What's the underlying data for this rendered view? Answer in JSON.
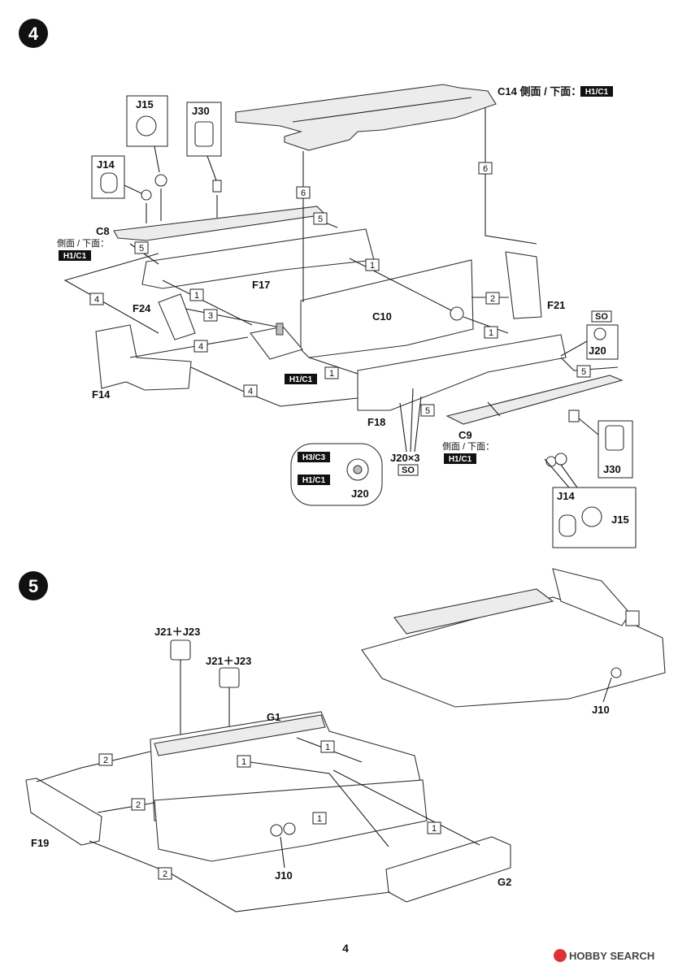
{
  "steps": [
    {
      "number": "4",
      "labels": {
        "c14": "C14 側面 / 下面：",
        "c14_tag": "H1/C1",
        "c8": "C8",
        "c8_note": "側面 / 下面：",
        "c8_tag": "H1/C1",
        "c9": "C9",
        "c9_note": "側面 / 下面：",
        "c9_tag": "H1/C1",
        "j15": "J15",
        "j30": "J30",
        "j14": "J14",
        "f17": "F17",
        "c10": "C10",
        "f21": "F21",
        "f24": "F24",
        "f14": "F14",
        "f18": "F18",
        "h1c1_center": "H1/C1",
        "so_top": "SO",
        "j20_top": "J20",
        "j30_right": "J30",
        "j20x3": "J20×3",
        "so_bottom": "SO",
        "inset_h3c3": "H3/C3",
        "inset_h1c1": "H1/C1",
        "inset_j20": "J20",
        "j14_bottom": "J14",
        "j15_bottom": "J15"
      },
      "callouts": [
        "1",
        "1",
        "1",
        "1",
        "2",
        "3",
        "4",
        "4",
        "4",
        "5",
        "5",
        "5",
        "5",
        "6",
        "6"
      ]
    },
    {
      "number": "5",
      "labels": {
        "j21_j23_a": "J21＋J23",
        "j21_j23_b": "J21＋J23",
        "g1": "G1",
        "f19": "F19",
        "j10_left": "J10",
        "g2": "G2",
        "j10_right": "J10"
      },
      "callouts": [
        "1",
        "1",
        "1",
        "1",
        "2",
        "2",
        "2"
      ]
    }
  ],
  "page_number": "4",
  "watermark": "HOBBY SEARCH"
}
